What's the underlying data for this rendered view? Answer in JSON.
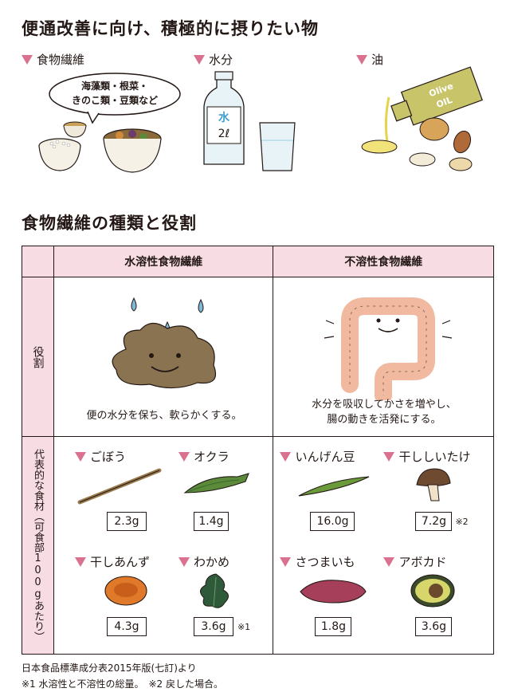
{
  "title": "便通改善に向け、積極的に摂りたい物",
  "top_items": [
    {
      "label": "食物繊維",
      "bubble": [
        "海藻類・根菜・",
        "きのこ類・豆類など"
      ]
    },
    {
      "label": "水分",
      "bottle_text": [
        "水",
        "2ℓ"
      ]
    },
    {
      "label": "油",
      "bottle_text": [
        "Olive",
        "OIL"
      ]
    }
  ],
  "section_title": "食物繊維の種類と役割",
  "table": {
    "col_headers": [
      "水溶性食物繊維",
      "不溶性食物繊維"
    ],
    "row1_label": "役割",
    "row2_label": "代表的な食材（可食部100gあたり）",
    "soluble_role": "便の水分を保ち、軟らかくする。",
    "insoluble_role": [
      "水分を吸収してかさを増やし、",
      "腸の動きを活発にする。"
    ],
    "soluble_foods": [
      {
        "name": "ごぼう",
        "value": "2.3g",
        "note": ""
      },
      {
        "name": "オクラ",
        "value": "1.4g",
        "note": ""
      },
      {
        "name": "干しあんず",
        "value": "4.3g",
        "note": ""
      },
      {
        "name": "わかめ",
        "value": "3.6g",
        "note": "※1"
      }
    ],
    "insoluble_foods": [
      {
        "name": "いんげん豆",
        "value": "16.0g",
        "note": ""
      },
      {
        "name": "干ししいたけ",
        "value": "7.2g",
        "note": "※2"
      },
      {
        "name": "さつまいも",
        "value": "1.8g",
        "note": ""
      },
      {
        "name": "アボカド",
        "value": "3.6g",
        "note": ""
      }
    ]
  },
  "footer": {
    "source": "日本食品標準成分表2015年版(七訂)より",
    "notes": "※1 水溶性と不溶性の総量。　※2 戻した場合。"
  },
  "colors": {
    "accent": "#d9718f",
    "pink_bg": "#f7dde3"
  }
}
